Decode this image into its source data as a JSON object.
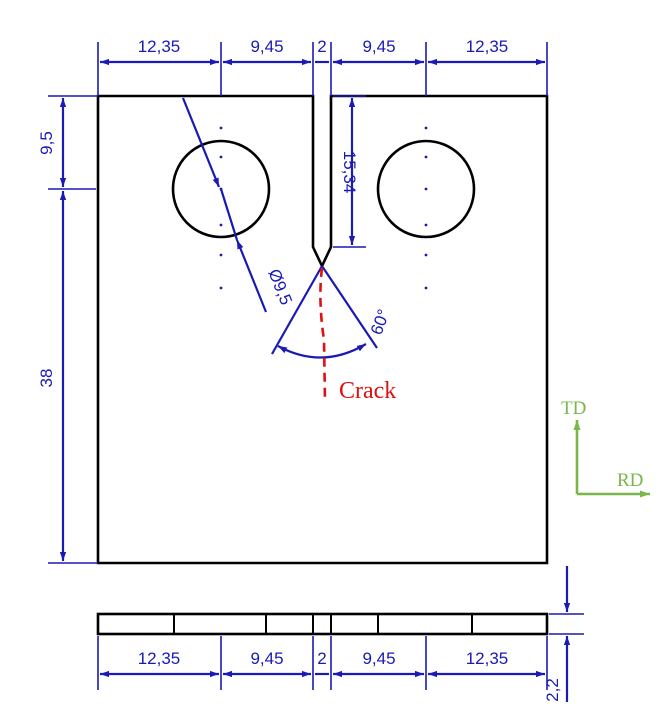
{
  "diagram": {
    "top_dimensions": [
      "12,35",
      "9,45",
      "2",
      "9,45",
      "12,35"
    ],
    "bottom_dimensions": [
      "12,35",
      "9,45",
      "2",
      "9,45",
      "12,35"
    ],
    "left_dimensions": [
      "9,5",
      "38"
    ],
    "notch_depth": "15,34",
    "hole_diameter": "Ø9,5",
    "notch_angle": "60°",
    "crack_label": "Crack",
    "thickness": "2,2",
    "axis_td": "TD",
    "axis_rd": "RD",
    "colors": {
      "outline": "#000000",
      "dimension": "#1a1ab4",
      "crack": "#e01010",
      "axes": "#7ab648"
    }
  }
}
